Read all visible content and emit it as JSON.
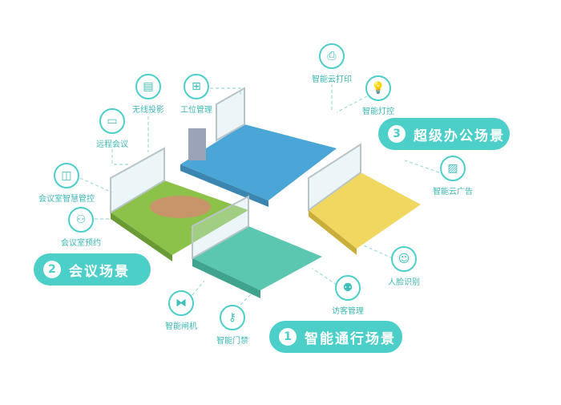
{
  "features": [
    {
      "id": "cloud-print",
      "label": "智能云打印",
      "icon": "printer-icon",
      "glyph": "⎙"
    },
    {
      "id": "light-control",
      "label": "智能灯控",
      "icon": "lightbulb-icon",
      "glyph": "💡"
    },
    {
      "id": "workstation",
      "label": "工位管理",
      "icon": "workstation-icon",
      "glyph": "⊞"
    },
    {
      "id": "wireless-projection",
      "label": "无线投影",
      "icon": "projector-screen-icon",
      "glyph": "▤"
    },
    {
      "id": "remote-meeting",
      "label": "远程会议",
      "icon": "monitor-icon",
      "glyph": "▭"
    },
    {
      "id": "meeting-room-control",
      "label": "会议室智慧管控",
      "icon": "dashboard-monitor-icon",
      "glyph": "◫"
    },
    {
      "id": "meeting-room-booking",
      "label": "会议室预约",
      "icon": "booking-icon",
      "glyph": "⚇"
    },
    {
      "id": "cloud-ads",
      "label": "智能云广告",
      "icon": "image-icon",
      "glyph": "▨"
    },
    {
      "id": "face-recognition",
      "label": "人脸识别",
      "icon": "face-icon",
      "glyph": "☺"
    },
    {
      "id": "visitor-management",
      "label": "访客管理",
      "icon": "users-icon",
      "glyph": "⚉"
    },
    {
      "id": "smart-gate",
      "label": "智能闸机",
      "icon": "turnstile-icon",
      "glyph": "⧓"
    },
    {
      "id": "smart-access",
      "label": "智能门禁",
      "icon": "key-icon",
      "glyph": "⚷"
    }
  ],
  "scenes": [
    {
      "num": "3",
      "label": "超级办公场景"
    },
    {
      "num": "2",
      "label": "会议场景"
    },
    {
      "num": "1",
      "label": "智能通行场景"
    }
  ],
  "colors": {
    "accent": "#4ccfc9",
    "office": "#4aa6d6",
    "meeting": "#8dc24a",
    "access": "#5cc7b0",
    "lobby": "#f0d860"
  }
}
